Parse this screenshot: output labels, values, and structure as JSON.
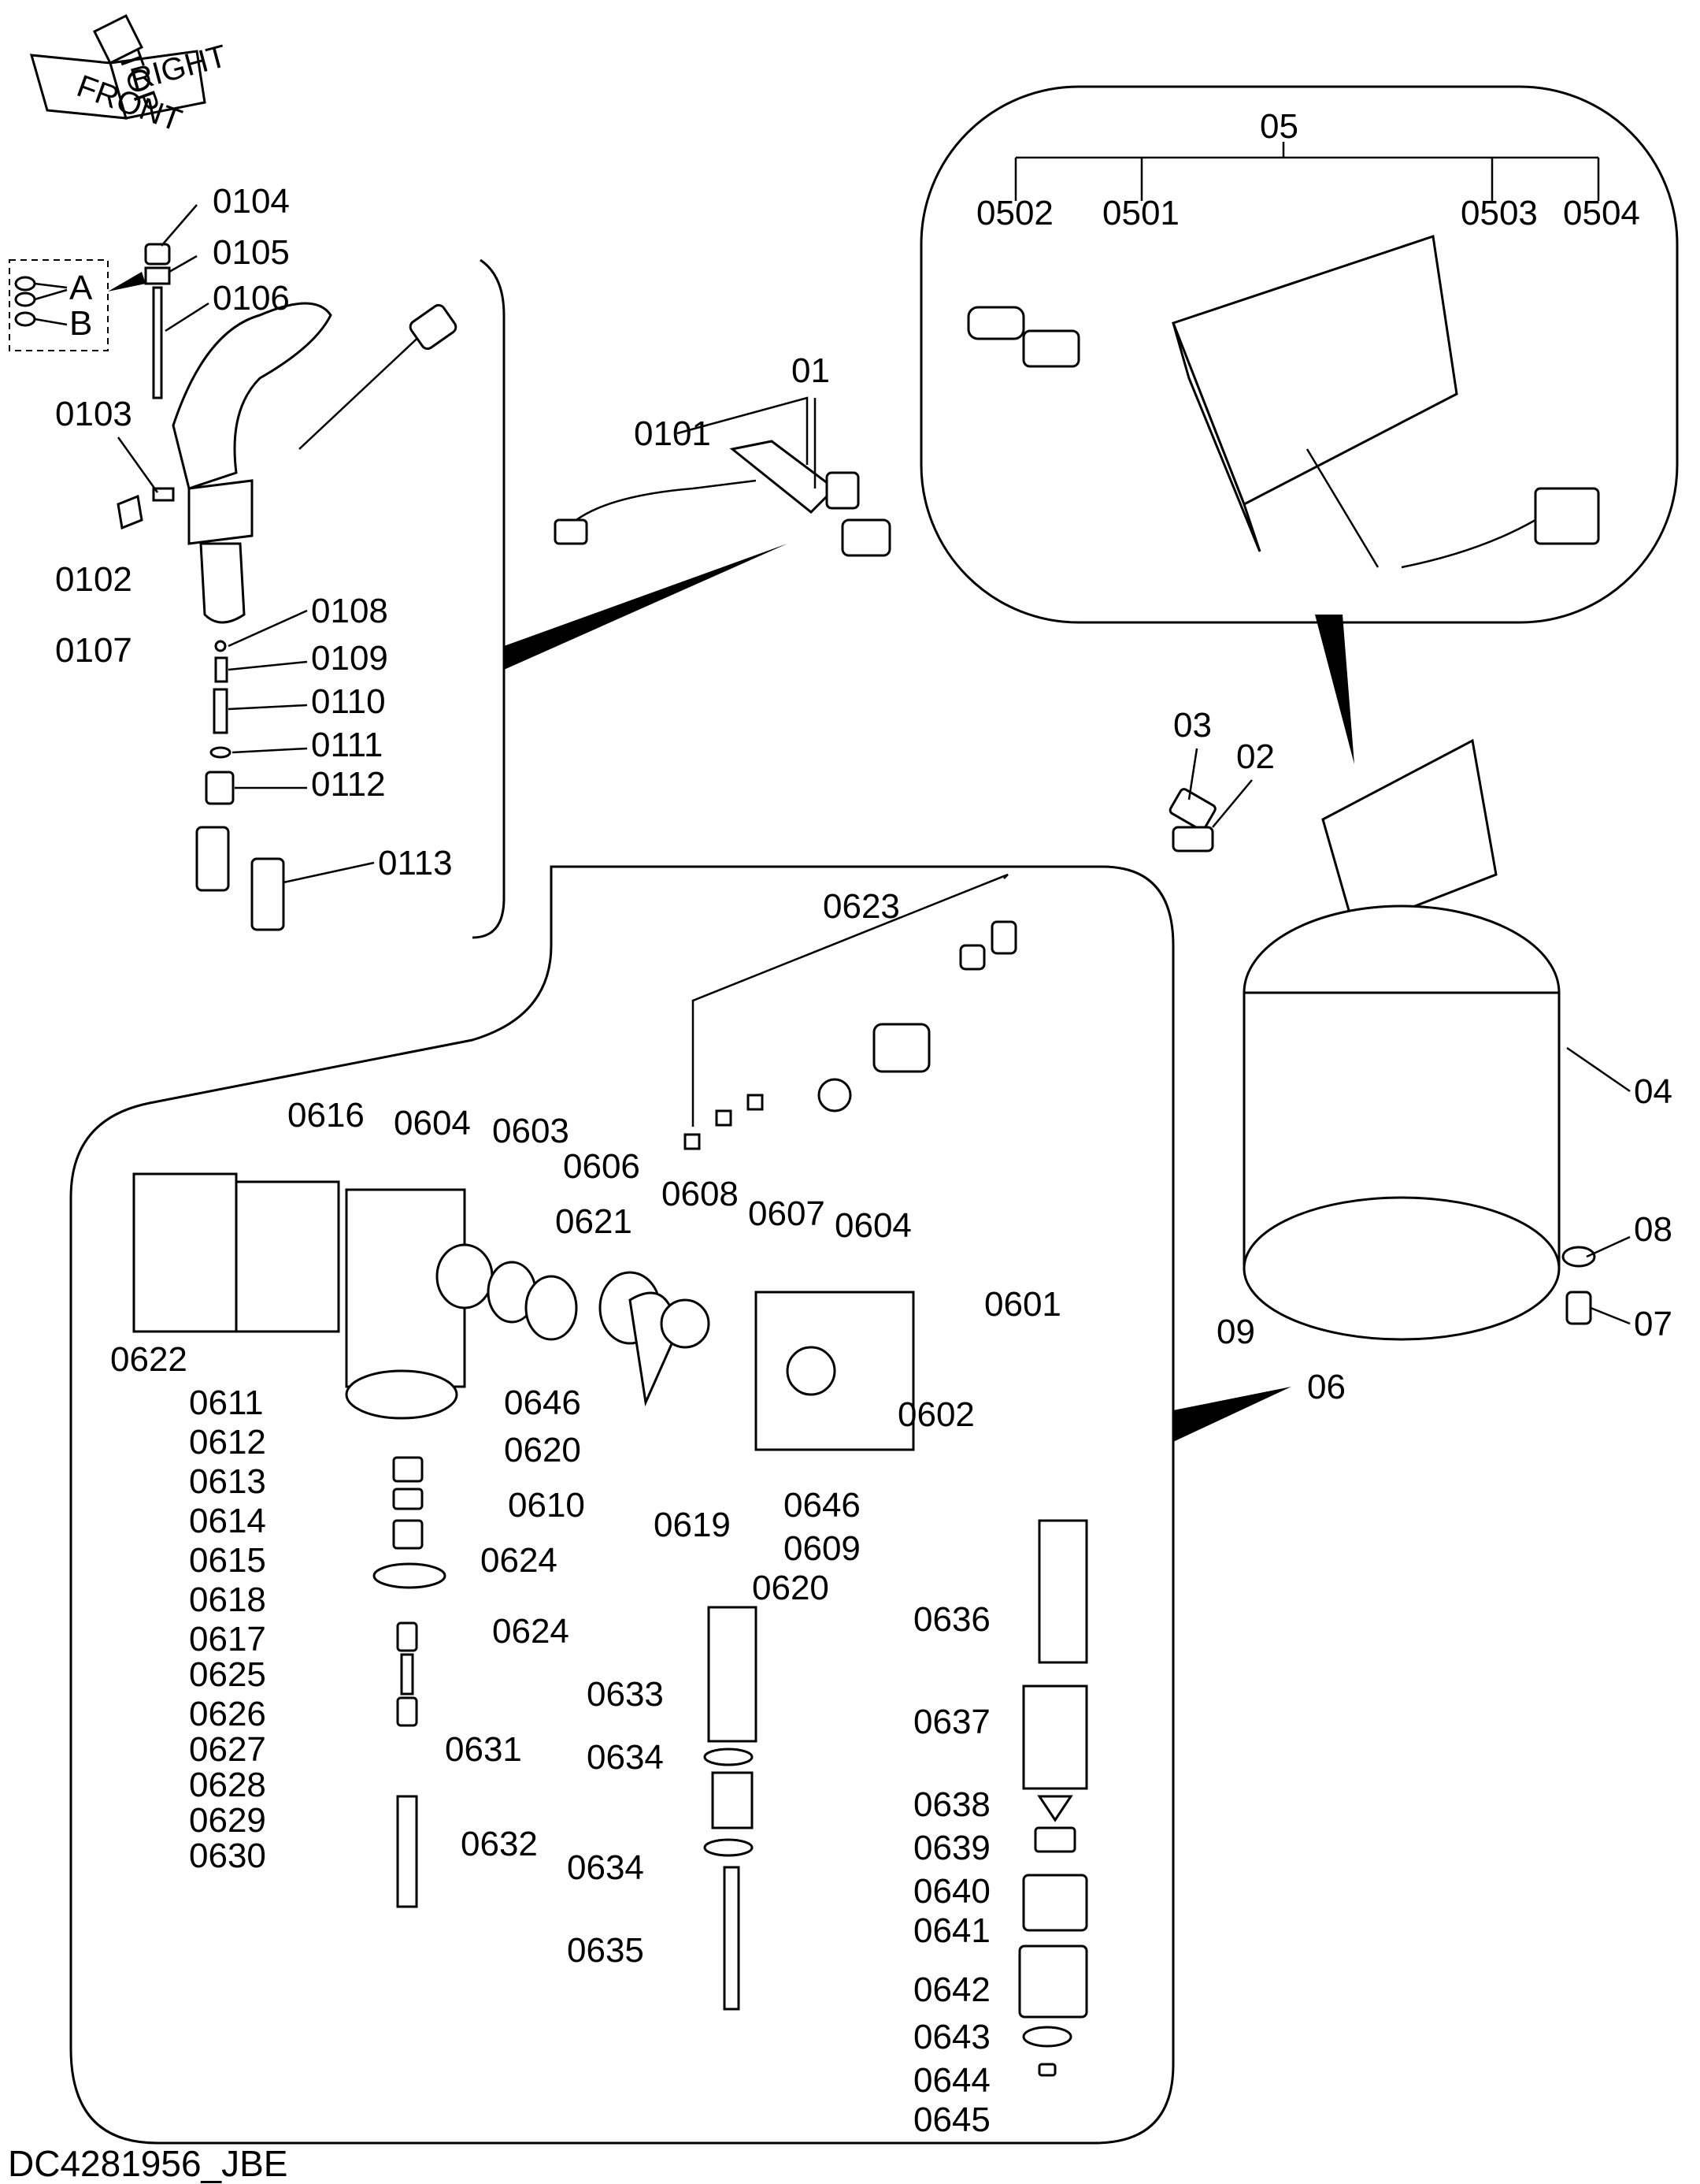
{
  "drawing_code": "DC4281956_JBE",
  "orientation_badge": [
    "TOP",
    "FRONT",
    "RIGHT"
  ],
  "groups": {
    "handle_group": {
      "label": "01"
    },
    "box_group": {
      "label": "05"
    },
    "body_group": {
      "label": "06"
    }
  },
  "callouts": [
    "0104",
    "0105",
    "0106",
    "0103",
    "0102",
    "0107",
    "0108",
    "0109",
    "0110",
    "0111",
    "0112",
    "0113",
    "0101",
    "01",
    "05",
    "0502",
    "0501",
    "0503",
    "0504",
    "03",
    "02",
    "04",
    "08",
    "07",
    "09",
    "06",
    "0623",
    "0616",
    "0604",
    "0603",
    "0606",
    "0621",
    "0608",
    "0607",
    "0604",
    "0601",
    "0602",
    "0622",
    "0646",
    "0620",
    "0610",
    "0619",
    "0646",
    "0609",
    "0620",
    "0611",
    "0612",
    "0613",
    "0614",
    "0615",
    "0618",
    "0617",
    "0625",
    "0626",
    "0627",
    "0628",
    "0629",
    "0630",
    "0624",
    "0624",
    "0631",
    "0632",
    "0633",
    "0634",
    "0634",
    "0635",
    "0636",
    "0637",
    "0638",
    "0639",
    "0640",
    "0641",
    "0642",
    "0643",
    "0644",
    "0645"
  ],
  "inset": {
    "labels": [
      "A",
      "B"
    ]
  }
}
